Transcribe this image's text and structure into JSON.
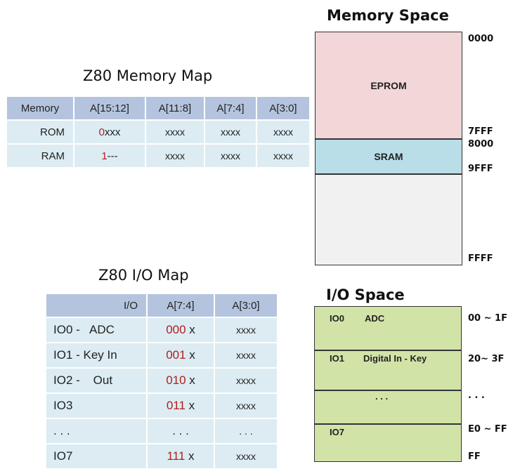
{
  "memory_map": {
    "title": "Z80 Memory Map",
    "headers": [
      "Memory",
      "A[15:12]",
      "A[11:8]",
      "A[7:4]",
      "A[3:0]"
    ],
    "rows": [
      {
        "label": "ROM",
        "a15_prefix": "0",
        "a15_rest": "xxx",
        "a11": "xxxx",
        "a7": "xxxx",
        "a3": "xxxx"
      },
      {
        "label": "RAM",
        "a15_prefix": "1",
        "a15_rest": "---",
        "a11": "xxxx",
        "a7": "xxxx",
        "a3": "xxxx"
      }
    ]
  },
  "memory_space": {
    "title": "Memory Space",
    "segments": [
      "EPROM",
      "SRAM"
    ],
    "addresses": [
      "0000",
      "7FFF",
      "8000",
      "9FFF",
      "FFFF"
    ],
    "colors": {
      "eprom": "#f2d6d8",
      "sram": "#b9dee8",
      "free": "#f1f1f1"
    }
  },
  "io_map": {
    "title": "Z80 I/O Map",
    "headers": [
      "I/O",
      "A[7:4]",
      "A[3:0]"
    ],
    "rows": [
      {
        "label": "IO0 -   ADC",
        "a7_bits": "000",
        "a7_suffix": " x",
        "a3": "xxxx"
      },
      {
        "label": "IO1 - Key In",
        "a7_bits": "001",
        "a7_suffix": " x",
        "a3": "xxxx"
      },
      {
        "label": "IO2 -    Out",
        "a7_bits": "010",
        "a7_suffix": " x",
        "a3": "xxxx"
      },
      {
        "label": "IO3",
        "a7_bits": "011",
        "a7_suffix": " x",
        "a3": "xxxx"
      },
      {
        "label": ". . .",
        "a7_bits": "",
        "a7_suffix": ". . .",
        "a3": ". . ."
      },
      {
        "label": "IO7",
        "a7_bits": "111",
        "a7_suffix": " x",
        "a3": "xxxx"
      }
    ]
  },
  "io_space": {
    "title": "I/O Space",
    "entries": [
      {
        "id": "IO0",
        "name": "ADC"
      },
      {
        "id": "IO1",
        "name": "Digital In - Key"
      },
      {
        "id": "",
        "name": ". . ."
      },
      {
        "id": "IO7",
        "name": ""
      }
    ],
    "addresses": [
      "00 ~ 1F",
      "20~ 3F",
      ". . .",
      "E0 ~ FF",
      "FF"
    ],
    "color": "#d2e3a8"
  }
}
